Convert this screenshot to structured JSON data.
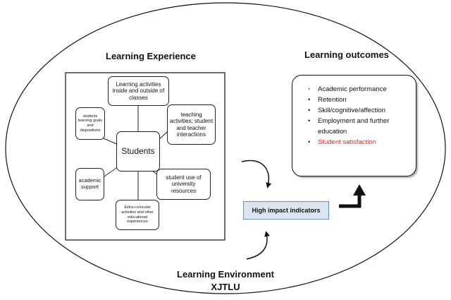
{
  "headings": {
    "experience": "Learning Experience",
    "outcomes": "Learning outcomes",
    "environment": "Learning Environment",
    "institution": "XJTLU"
  },
  "nodes": {
    "center": "Students",
    "top": "Learning activities inside and outside of classes",
    "left_top": "students learning goals and dispositions",
    "right_top": "teaching activities; student and teacher interactions",
    "left_bottom": "academic support",
    "right_bottom": "student use of university resources",
    "bottom": "Extra-curricular activities and other educational experiences"
  },
  "outcomes": [
    {
      "text": "Academic performance",
      "color": "#111111"
    },
    {
      "text": "Retention",
      "color": "#111111"
    },
    {
      "text": "Skill/cognitive/affection",
      "color": "#111111"
    },
    {
      "text": "Employment and further education",
      "color": "#111111"
    },
    {
      "text": "Student satisfaction",
      "color": "#e0231e"
    }
  ],
  "indicators": "High impact indicators"
}
